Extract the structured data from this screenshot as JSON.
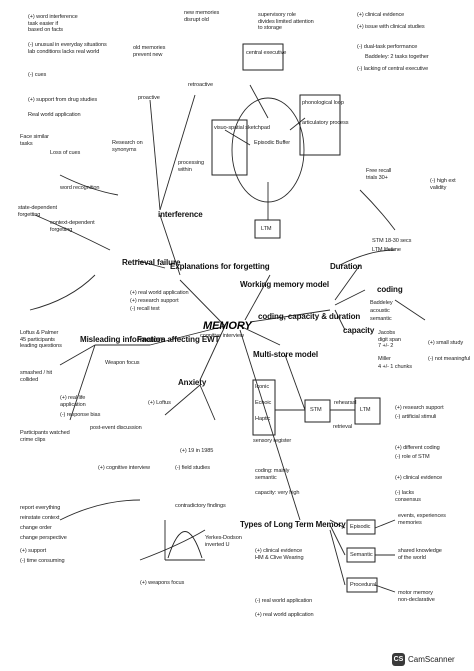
{
  "page": {
    "title": "MEMORY"
  },
  "center": {
    "title": "MEMORY",
    "subtitle": "cognitive interview"
  },
  "branches": {
    "multi_store": "Multi-store model",
    "working_memory": "Working memory model",
    "types_ltm": "Types of Long Term Memory",
    "explanations_forgetting": "Explanations for forgetting",
    "factors_ewt": "Factors affecting EWT",
    "coding": "coding",
    "capacity": "capacity",
    "duration": "Duration",
    "coding_capacity_duration": "coding, capacity & duration",
    "interference": "interference",
    "retrieval_failure": "Retrieval failure",
    "misleading_information": "Misleading information",
    "anxiety": "Anxiety"
  },
  "wmm": {
    "central_executive": "central executive",
    "episodic_buffer": "Episodic Buffer",
    "visuo_spatial": "visuo-spatial sketchpad",
    "phonological_loop": "phonological loop",
    "articulatory": "articulatory process",
    "ltm": "LTM"
  },
  "msm": {
    "sensory_register": "sensory register",
    "stm": "STM",
    "ltm": "LTM",
    "stores": [
      "Iconic",
      "Echoic",
      "Haptic"
    ],
    "rehearsal": "rehearsal",
    "retrieval": "retrieval"
  },
  "ltm_types": {
    "episodic": "Episodic",
    "semantic": "Semantic",
    "procedural": "Procedural"
  },
  "notes": {
    "tl1": "(+) word interference\ntask easier if\nbased on facts",
    "tl2": "(-) unusual in everyday situations\nlab conditions lacks real world",
    "tl3": "(-) cues",
    "tl4": "(+) support from drug studies",
    "tl5": "Real world application",
    "tr1": "(+) clinical evidence",
    "tr2": "(+) issue with clinical studies",
    "tr3": "(-) dual-task performance",
    "tr4": "Baddeley: 2 tasks together",
    "tr5": "(-) lacking of central executive",
    "tm1": "supervisory role\ndivides limited attention\nto storage",
    "tm2": "proactive",
    "tm3": "retroactive",
    "tm4": "old memories\nprevent new",
    "tm5": "new memories\ndisrupt old",
    "ml1": "Face similar\ntasks",
    "ml2": "Loss of cues",
    "ml3": "Research on\nsynonyms",
    "ml4": "processing\nwithin",
    "ml5": "word recognition",
    "ml6": "context-dependent\nforgetting",
    "ml7": "state-dependent\nforgetting",
    "ml8": "(+) real world application",
    "ml9": "(+) research support",
    "ml10": "(-) recall test",
    "mr1": "Free recall\ntrials 30+",
    "mr2": "(-) high ext\nvalidity",
    "mr3": "Baddeley",
    "mr4": "acoustic",
    "mr5": "semantic",
    "mr6": "Jacobs\ndigit span\n7 +/- 2",
    "mr7": "Miller",
    "mr8": "(+) small study",
    "mr9": "(-) not meaningful",
    "mr10": "4 +/- 1 chunks",
    "mr11": "STM 18-30 secs",
    "mr12": "LTM lifetime",
    "el1": "Loftus & Palmer\n45 participants\nleading questions",
    "el2": "smashed / hit\ncollided",
    "el3": "(+) real life\napplication",
    "el4": "(-) response bias",
    "el5": "post-event discussion",
    "el6": "Participants watched\ncrime clips",
    "el7": "Weapon focus",
    "em1": "Yerkes-Dodson\ninverted U",
    "em2": "(+) Loftus",
    "em3": "(+) 19 in 1985",
    "em4": "(-) field studies",
    "em5": "contradictory findings",
    "em6": "(+) weapons focus",
    "em7": "(+) cognitive interview",
    "em8": "report everything",
    "em9": "reinstate context",
    "em10": "change order",
    "em11": "change perspective",
    "em12": "(+) support",
    "em13": "(-) time consuming",
    "br1": "(+) research support",
    "br2": "(-) artificial stimuli",
    "br3": "(+) different coding",
    "br4": "(-) role of STM",
    "br5": "(+) clinical evidence",
    "br6": "(-) lacks\nconsensus",
    "br7": "(+) real world application",
    "br8": "events, experiences\nmemories",
    "br9": "shared knowledge\nof the world",
    "br10": "motor memory\nnon-declarative",
    "br11": "(+) clinical evidence\nHM & Clive Wearing",
    "br12": "(-) real world application",
    "br13": "capacity: very high",
    "br14": "coding: mainly\nsemantic"
  },
  "footer": {
    "brand_mark": "CS",
    "brand_name": "CamScanner"
  }
}
